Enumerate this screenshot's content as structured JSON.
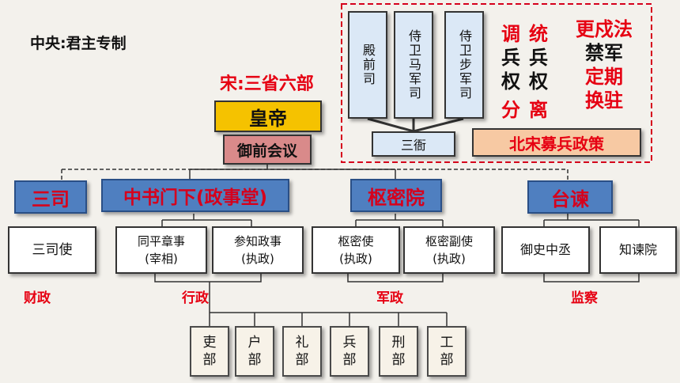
{
  "title": "中央:君主专制",
  "subtitle": "宋:三省六部",
  "emperor": "皇帝",
  "council": "御前会议",
  "sansi": "三司",
  "zhongshu": "中书门下(政事堂)",
  "shumi": "枢密院",
  "taijian": "台谏",
  "subs": {
    "sansishi": [
      "三司使"
    ],
    "tongping": [
      "同平章事",
      "(宰相)"
    ],
    "canzhi": [
      "参知政事",
      "(执政)"
    ],
    "shumishi": [
      "枢密使",
      "(执政)"
    ],
    "shumifu": [
      "枢密副使",
      "(执政)"
    ],
    "yushi": [
      "御史中丞"
    ],
    "zhijian": [
      "知谏院"
    ]
  },
  "categories": {
    "caizheng": "财政",
    "xingzheng": "行政",
    "junzheng": "军政",
    "jiancha": "监察"
  },
  "departments": [
    [
      "吏",
      "部"
    ],
    [
      "户",
      "部"
    ],
    [
      "礼",
      "部"
    ],
    [
      "兵",
      "部"
    ],
    [
      "刑",
      "部"
    ],
    [
      "工",
      "部"
    ]
  ],
  "guards": [
    "殿前司",
    "侍卫马军司",
    "侍卫步军司"
  ],
  "sanya": "三衙",
  "policy": "北宋募兵政策",
  "military_cols": {
    "col1": [
      "调",
      "兵",
      "权",
      "分"
    ],
    "col2": [
      "统",
      "兵",
      "权",
      "离"
    ],
    "col3": [
      "更戍法",
      "禁军",
      "定期",
      "换驻"
    ]
  },
  "colors": {
    "red": "#e60012",
    "blue_header": "#4f7fc0",
    "gold": "#f5c200",
    "council_pink": "#d98a8a",
    "policy_orange": "#f7c9a3"
  }
}
